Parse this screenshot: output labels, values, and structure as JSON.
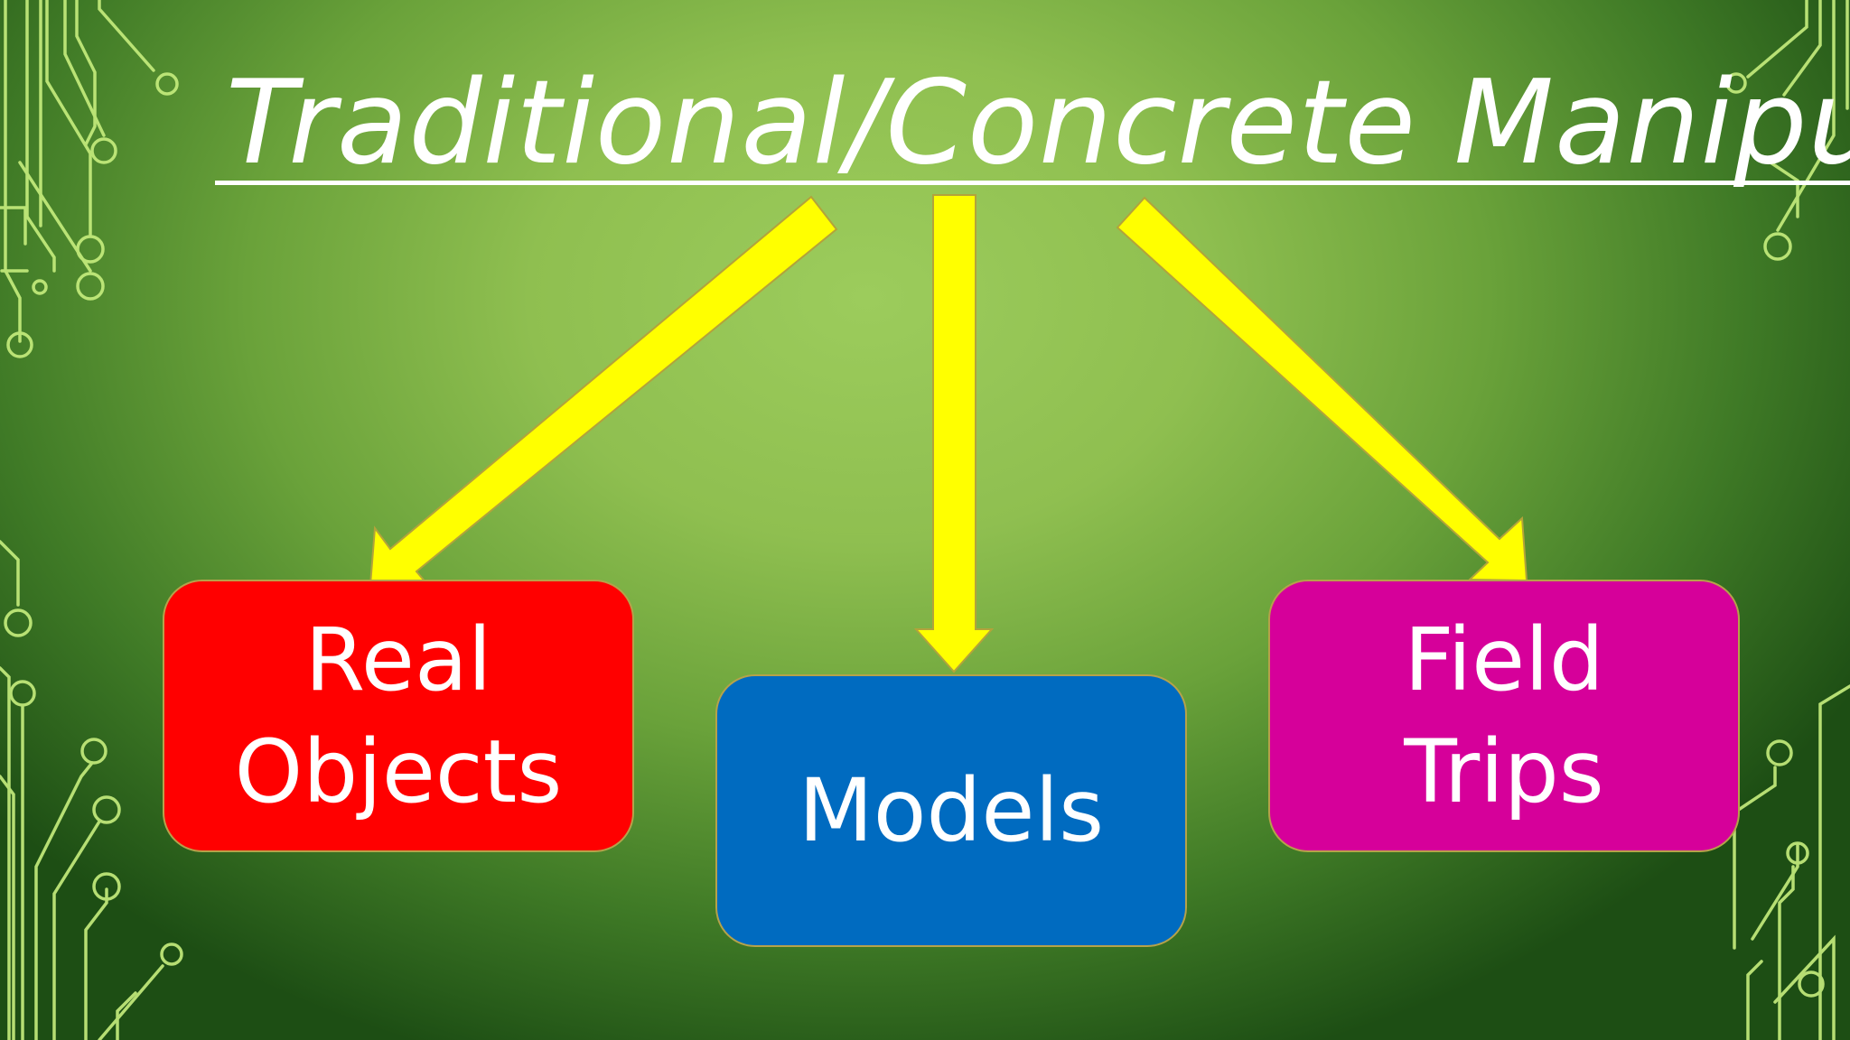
{
  "slide": {
    "title": "Traditional/Concrete Manipulatives",
    "background_color": "#8fbf50",
    "arrow_color": "#ffff00"
  },
  "boxes": [
    {
      "label": "Real\nObjects",
      "color": "#ff0000"
    },
    {
      "label": "Models",
      "color": "#006bc0"
    },
    {
      "label": "Field\nTrips",
      "color": "#d6009a"
    }
  ],
  "decorations": {
    "circuit_color": "#c7ee7e",
    "circuit_icon": "circuit-trace-icon"
  }
}
